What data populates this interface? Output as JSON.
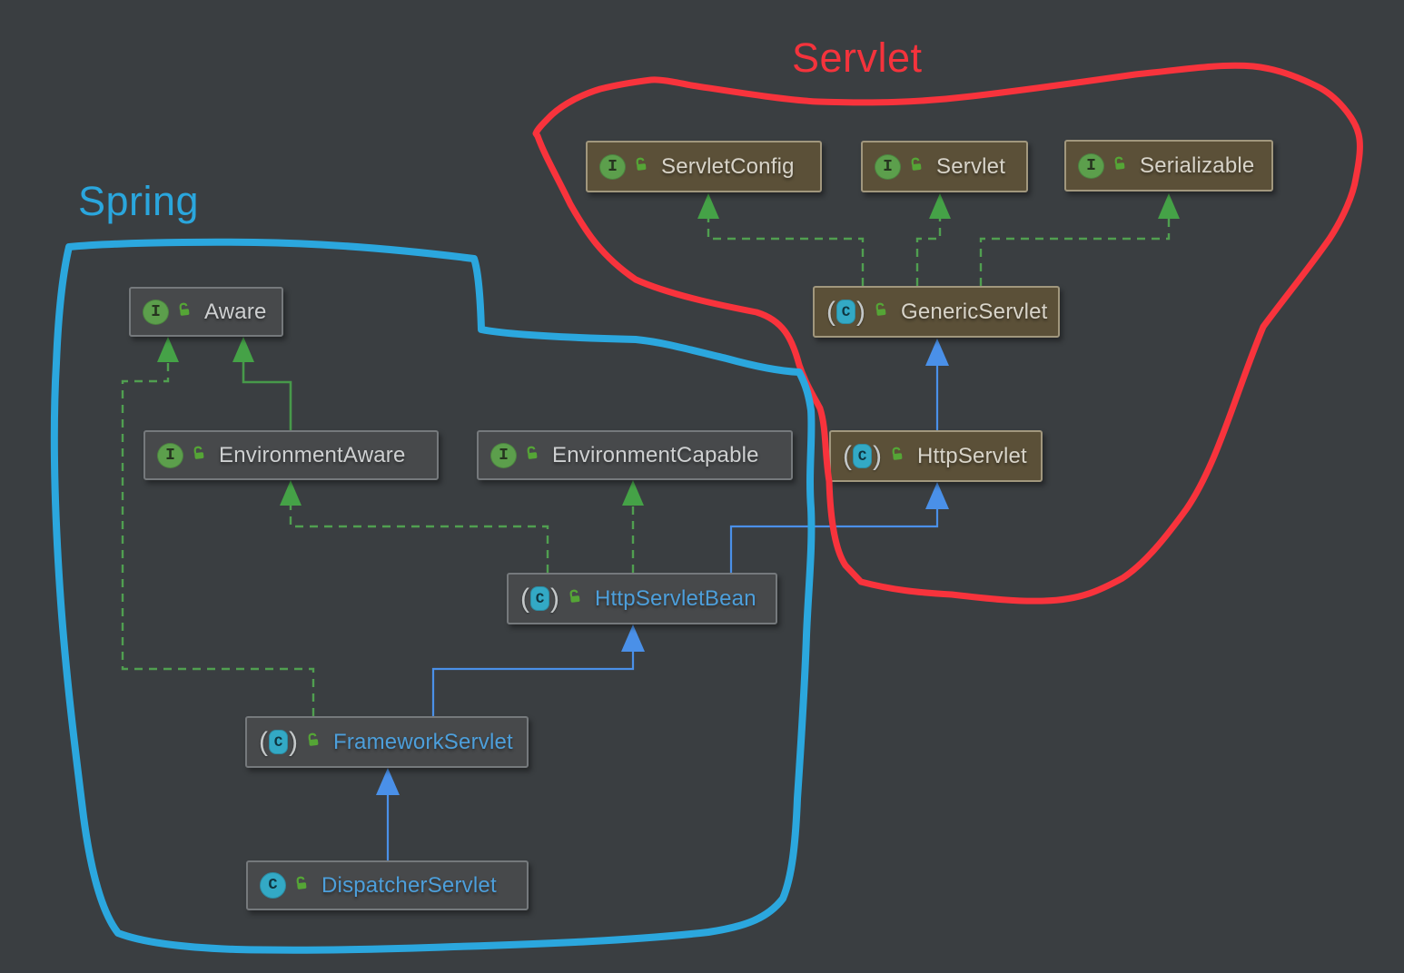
{
  "diagram": {
    "tool": "uml-class-diagram",
    "groups": {
      "servlet": {
        "label": "Servlet",
        "color": "#f8343d"
      },
      "spring": {
        "label": "Spring",
        "color": "#2ba7de"
      }
    },
    "nodes": {
      "servlet_config": {
        "label": "ServletConfig",
        "kind": "interface",
        "visibility": "public",
        "group": "servlet"
      },
      "servlet": {
        "label": "Servlet",
        "kind": "interface",
        "visibility": "public",
        "group": "servlet"
      },
      "serializable": {
        "label": "Serializable",
        "kind": "interface",
        "visibility": "public",
        "group": "servlet"
      },
      "generic_servlet": {
        "label": "GenericServlet",
        "kind": "abstract-class",
        "visibility": "public",
        "group": "servlet"
      },
      "http_servlet": {
        "label": "HttpServlet",
        "kind": "abstract-class",
        "visibility": "public",
        "group": "servlet"
      },
      "aware": {
        "label": "Aware",
        "kind": "interface",
        "visibility": "public",
        "group": "spring"
      },
      "environment_aware": {
        "label": "EnvironmentAware",
        "kind": "interface",
        "visibility": "public",
        "group": "spring"
      },
      "environment_capable": {
        "label": "EnvironmentCapable",
        "kind": "interface",
        "visibility": "public",
        "group": "spring"
      },
      "http_servlet_bean": {
        "label": "HttpServletBean",
        "kind": "abstract-class",
        "visibility": "public",
        "group": "spring"
      },
      "framework_servlet": {
        "label": "FrameworkServlet",
        "kind": "abstract-class",
        "visibility": "public",
        "group": "spring"
      },
      "dispatcher_servlet": {
        "label": "DispatcherServlet",
        "kind": "class",
        "visibility": "public",
        "group": "spring"
      }
    },
    "edges": [
      {
        "from": "GenericServlet",
        "to": "ServletConfig",
        "type": "implements",
        "style": "green-dashed"
      },
      {
        "from": "GenericServlet",
        "to": "Servlet",
        "type": "implements",
        "style": "green-dashed"
      },
      {
        "from": "GenericServlet",
        "to": "Serializable",
        "type": "implements",
        "style": "green-dashed"
      },
      {
        "from": "HttpServlet",
        "to": "GenericServlet",
        "type": "extends",
        "style": "blue-solid"
      },
      {
        "from": "HttpServletBean",
        "to": "HttpServlet",
        "type": "extends",
        "style": "blue-solid"
      },
      {
        "from": "HttpServletBean",
        "to": "EnvironmentCapable",
        "type": "implements",
        "style": "green-dashed"
      },
      {
        "from": "HttpServletBean",
        "to": "EnvironmentAware",
        "type": "implements",
        "style": "green-dashed"
      },
      {
        "from": "EnvironmentAware",
        "to": "Aware",
        "type": "extends",
        "style": "green-solid"
      },
      {
        "from": "FrameworkServlet",
        "to": "Aware",
        "type": "implements",
        "style": "green-dashed"
      },
      {
        "from": "FrameworkServlet",
        "to": "HttpServletBean",
        "type": "extends",
        "style": "blue-solid"
      },
      {
        "from": "DispatcherServlet",
        "to": "FrameworkServlet",
        "type": "extends",
        "style": "blue-solid"
      }
    ],
    "legend_colors": {
      "extends_arrow": "#4a90e8",
      "implements_arrow": "#46a247",
      "background": "#3a3e41",
      "servlet_node_fill": "#5b5038",
      "spring_node_fill": "#47494b"
    },
    "icons": {
      "interface_badge": "I",
      "class_badge": "C",
      "abstract_paren_open": "(",
      "abstract_paren_close": ")"
    }
  }
}
